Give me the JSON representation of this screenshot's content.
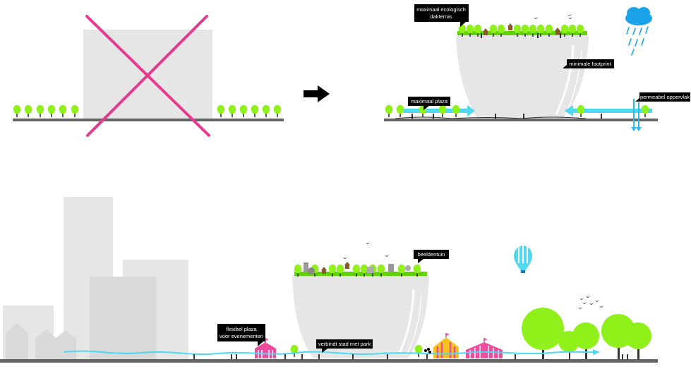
{
  "labels": {
    "dakterras_1": "maximaal ecologisch",
    "dakterras_2": "dakterras",
    "footprint": "minimale footprint",
    "plaza": "maximaal plaza",
    "opppervlak": "permeabel oppervlak",
    "beeldentuin": "beeldentuin",
    "flex_1": "flexibel plaza",
    "flex_2": "voor evenementen",
    "verbindt": "verbindt stad met park"
  },
  "icons": {
    "transition": "arrow-right-icon",
    "rain": "rain-cloud-icon",
    "balloon": "hot-air-balloon-icon",
    "birds": "bird-icon",
    "tent": "circus-tent-icon",
    "tree": "tree-icon",
    "house": "bird-house-icon"
  },
  "colors": {
    "ground": "#666666",
    "building": "#e6e6e6",
    "cross": "#e8398f",
    "tree": "#8ff01a",
    "tree_dark": "#5fd400",
    "water": "#4fd8f0",
    "water_arrow": "#2db8e8",
    "label_bg": "#000000",
    "label_text": "#ffffff",
    "tent_pink": "#f04b9c",
    "tent_yellow": "#f7c21d"
  }
}
